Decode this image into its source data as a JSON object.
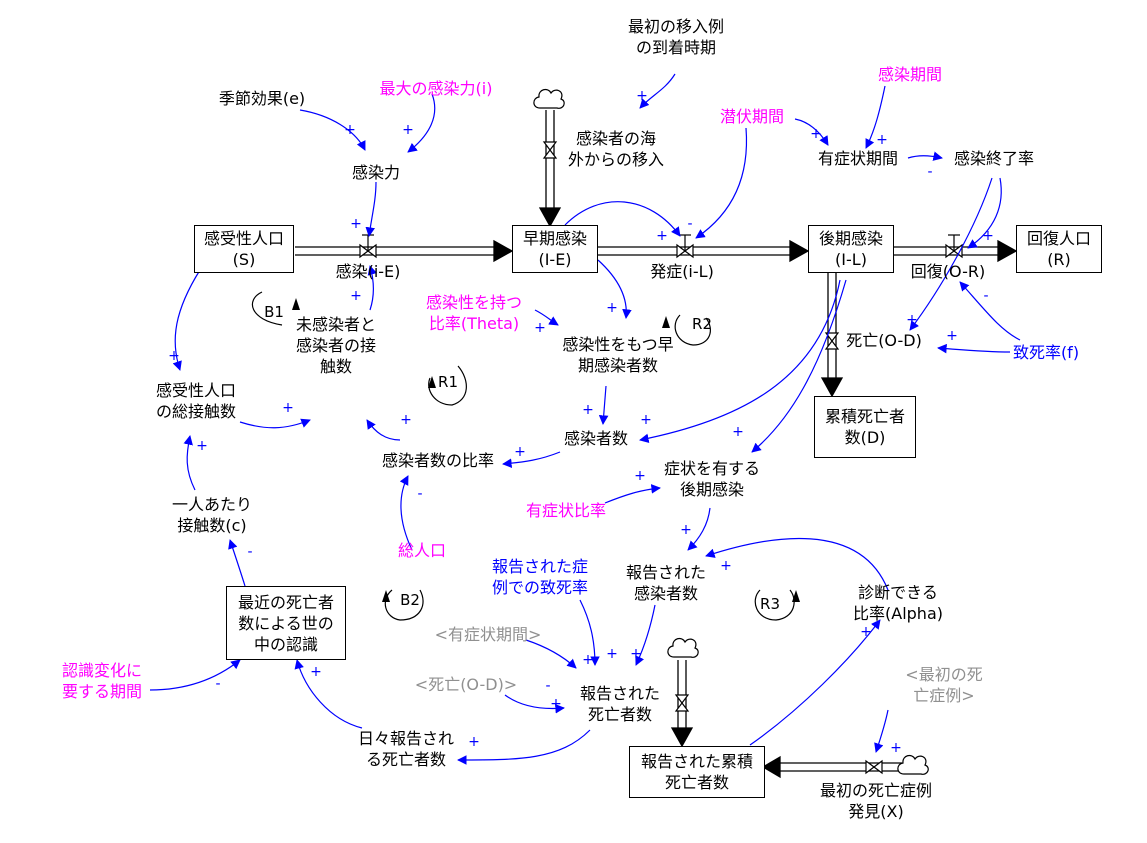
{
  "colors": {
    "variable": "#000000",
    "parameter": "#ff00ff",
    "parameter_blue": "#0000ff",
    "shadow": "#909090",
    "link": "#0000ff"
  },
  "stocks": {
    "s": [
      "感受性人口",
      "(S)"
    ],
    "ie": [
      "早期感染",
      "(I-E)"
    ],
    "il": [
      "後期感染",
      "(I-L)"
    ],
    "r": [
      "回復人口",
      "(R)"
    ],
    "d": [
      "累積死亡者",
      "数(D)"
    ],
    "recent": [
      "最近の死亡者",
      "数による世の",
      "中の認識"
    ],
    "cum_reported": [
      "報告された累積",
      "死亡者数"
    ]
  },
  "flows": {
    "infection": "感染(i-E)",
    "onset": "発症(i-L)",
    "recovery": "回復(O-R)",
    "death": "死亡(O-D)",
    "import": [
      "感染者の海",
      "外からの移入"
    ],
    "first_death": [
      "最初の死亡症例",
      "発見(X)"
    ]
  },
  "variables": {
    "seasonal": "季節効果(e)",
    "force": "感染力",
    "first_import": [
      "最初の移入例",
      "の到着時期"
    ],
    "symptom_period": "有症状期間",
    "end_rate": "感染終了率",
    "contacts": [
      "未感染者と",
      "感染者の接",
      "触数"
    ],
    "s_contacts": [
      "感受性人口",
      "の総接触数"
    ],
    "infectious_early": [
      "感染性をもつ早",
      "期感染者数"
    ],
    "infected": "感染者数",
    "infected_ratio": "感染者数の比率",
    "symptomatic": [
      "症状を有する",
      "後期感染"
    ],
    "per_capita": [
      "一人あたり",
      "接触数(c)"
    ],
    "reported_cases": [
      "報告された",
      "感染者数"
    ],
    "reported_deaths": [
      "報告された",
      "死亡者数"
    ],
    "daily_deaths": [
      "日々報告され",
      "る死亡者数"
    ]
  },
  "parameters": {
    "max_force": "最大の感染力(i)",
    "latency": "潜伏期間",
    "infection_period": "感染期間",
    "theta": [
      "感染性を持つ",
      "比率(Theta)"
    ],
    "fatality": "致死率(f)",
    "symptom_ratio": "有症状比率",
    "total_pop": "総人口",
    "reported_cfr": [
      "報告された症",
      "例での致死率"
    ],
    "alpha": [
      "診断できる",
      "比率(Alpha)"
    ],
    "perception_time": [
      "認識変化に",
      "要する期間"
    ]
  },
  "shadows": {
    "symptom_period": "<有症状期間>",
    "death": "<死亡(O-D)>",
    "first_death": [
      "<最初の死",
      "亡症例>"
    ]
  },
  "loops": {
    "b1": "B1",
    "b2": "B2",
    "r1": "R1",
    "r2": "R2",
    "r3": "R3"
  },
  "polarity": {
    "plus": "+",
    "minus": "-"
  }
}
